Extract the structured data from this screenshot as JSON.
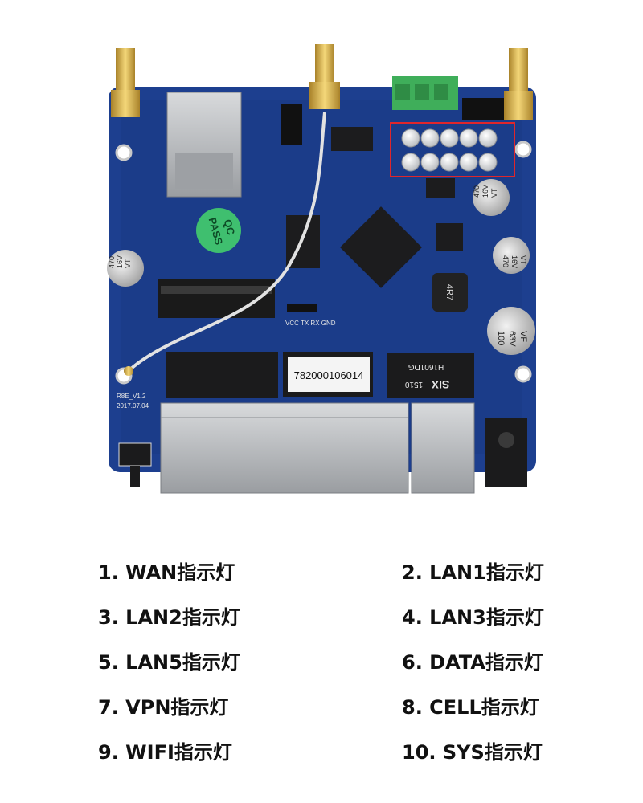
{
  "board": {
    "serial_label": "782000106014",
    "qc_sticker_line1": "QC",
    "qc_sticker_line2": "PASS",
    "transformer_text1": "SIX",
    "transformer_text2": "1510",
    "transformer_text3": "H1601DG",
    "capacitor_left": [
      "470",
      "16V",
      "VT"
    ],
    "capacitor_top_right": [
      "470",
      "16V",
      "VT"
    ],
    "capacitor_mid_right": [
      "470",
      "16V",
      "VT"
    ],
    "capacitor_big": [
      "100",
      "63V",
      "VF"
    ],
    "inductor_text": "4R7",
    "uart_label": "VCC TX RX GND",
    "board_version": "R8E_V1.2",
    "board_date": "2017.07.04",
    "colors": {
      "pcb": "#1d3f8f",
      "pcb_dark": "#142f70",
      "highlight_box": "#e0262b",
      "terminal_block": "#3fae5a",
      "metal": "#b9bcc0"
    },
    "led_count": 10
  },
  "legend": {
    "items": [
      "1. WAN指示灯",
      "2. LAN1指示灯",
      "3. LAN2指示灯",
      "4. LAN3指示灯",
      "5. LAN5指示灯",
      "6. DATA指示灯",
      "7. VPN指示灯",
      "8. CELL指示灯",
      "9. WIFI指示灯",
      "10. SYS指示灯"
    ]
  }
}
